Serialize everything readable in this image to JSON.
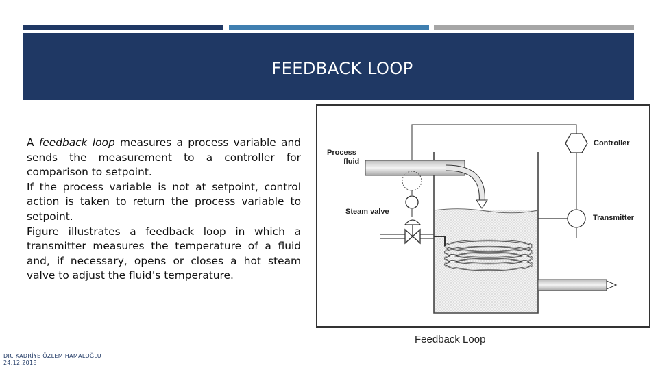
{
  "slide": {
    "title": "FEEDBACK LOOP",
    "paragraph1": {
      "prefix": "A ",
      "emphasis": "feedback loop",
      "rest": " measures a process variable and sends the measurement to a controller for comparison to setpoint."
    },
    "paragraph2": "If the process variable is not at setpoint, control action is taken to return the process variable to setpoint.",
    "paragraph3": "Figure illustrates a feedback loop in which a transmitter measures the temperature of a fluid and, if necessary, opens or closes a hot steam valve to adjust the fluid’s temperature."
  },
  "figure": {
    "label_process_fluid_line1": "Process",
    "label_process_fluid_line2": "fluid",
    "label_steam_valve": "Steam valve",
    "label_controller": "Controller",
    "label_transmitter": "Transmitter",
    "caption": "Feedback Loop"
  },
  "footer": {
    "author": "DR. KADRİYE ÖZLEM HAMALOĞLU",
    "date": "24.12.2018"
  },
  "colors": {
    "banner": "#1f3864",
    "bar_blue": "#3f7fb0",
    "bar_gray": "#a6a6a6"
  }
}
